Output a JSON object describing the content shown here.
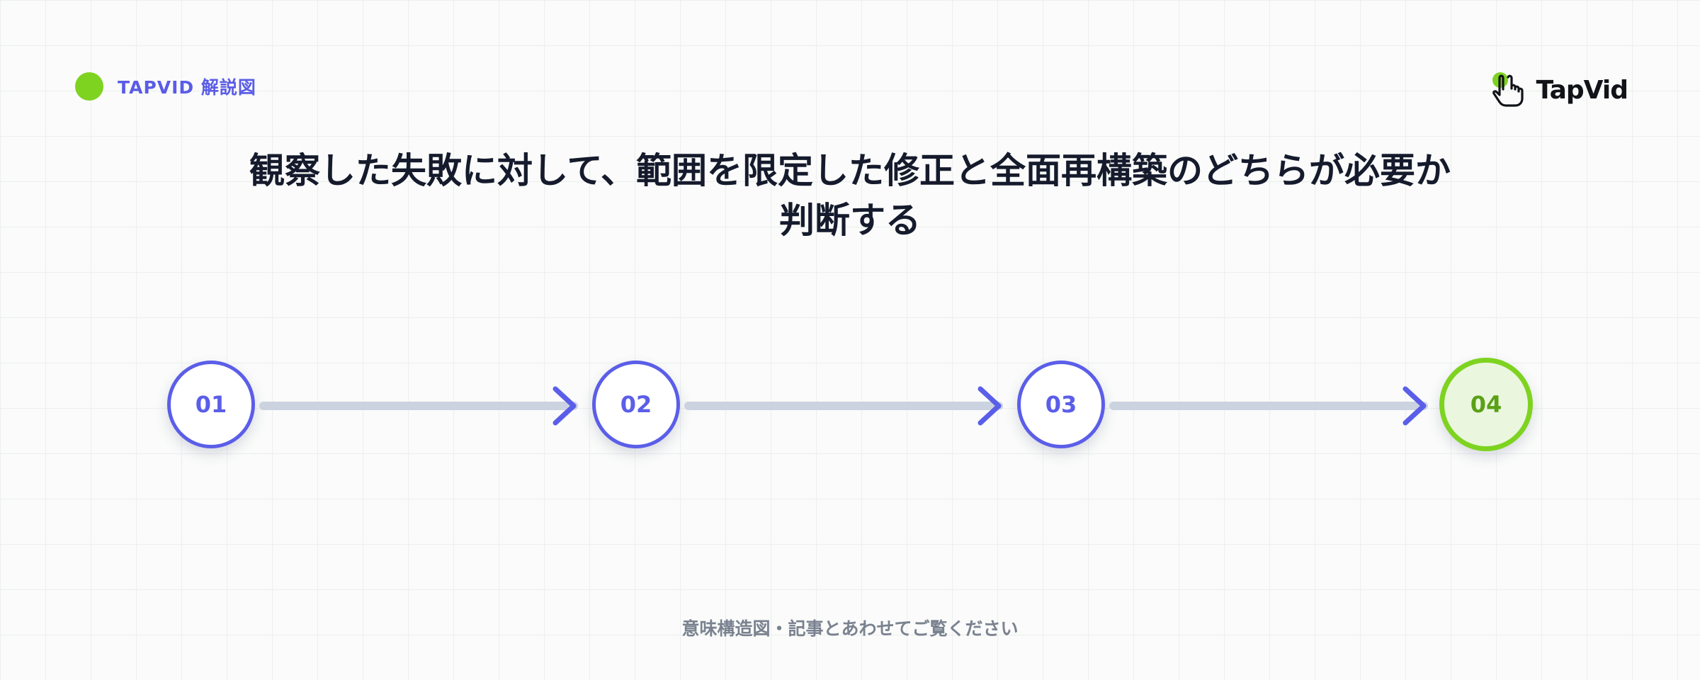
{
  "header": {
    "badge_text": "TAPVID 解説図",
    "badge_color": "#7ed321"
  },
  "logo": {
    "text": "TapVid",
    "icon": "tap-hand-icon"
  },
  "title": {
    "line1": "観察した失敗に対して、範囲を限定した修正と全面再構築のどちらが必要か",
    "line2": "判断する"
  },
  "steps": [
    {
      "label": "01"
    },
    {
      "label": "02"
    },
    {
      "label": "03"
    },
    {
      "label": "04",
      "highlighted": true
    }
  ],
  "colors": {
    "accent": "#5b5ee8",
    "highlight": "#7ed321",
    "connector": "#cbd3e0",
    "title": "#151b2c"
  },
  "footer": {
    "text": "意味構造図・記事とあわせてご覧ください"
  }
}
